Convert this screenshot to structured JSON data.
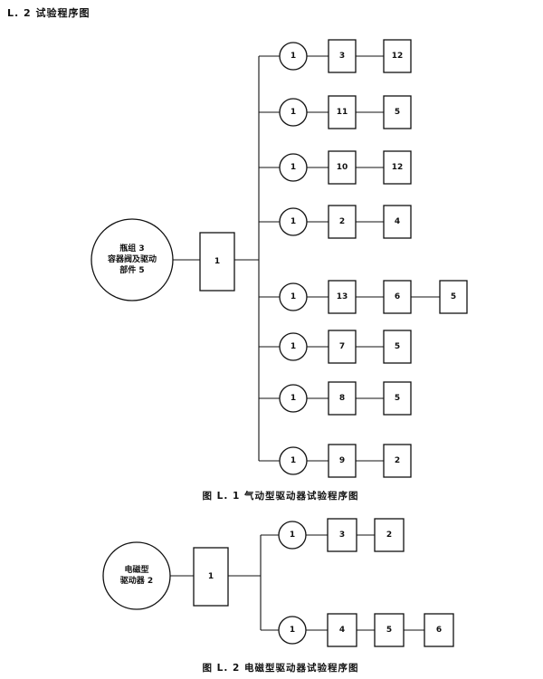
{
  "heading": "L. 2   试验程序图",
  "figure1": {
    "caption": "图 L. 1   气动型驱动器试验程序图",
    "source_lines": [
      "瓶组 3",
      "容器阀及驱动",
      "部件 5"
    ],
    "hub": "1",
    "branches": [
      {
        "circle": "1",
        "boxes": [
          "3",
          "12"
        ]
      },
      {
        "circle": "1",
        "boxes": [
          "11",
          "5"
        ]
      },
      {
        "circle": "1",
        "boxes": [
          "10",
          "12"
        ]
      },
      {
        "circle": "1",
        "boxes": [
          "2",
          "4"
        ]
      },
      {
        "circle": "1",
        "boxes": [
          "13",
          "6",
          "5"
        ]
      },
      {
        "circle": "1",
        "boxes": [
          "7",
          "5"
        ]
      },
      {
        "circle": "1",
        "boxes": [
          "8",
          "5"
        ]
      },
      {
        "circle": "1",
        "boxes": [
          "9",
          "2"
        ]
      }
    ]
  },
  "figure2": {
    "caption": "图 L. 2   电磁型驱动器试验程序图",
    "source_lines": [
      "电磁型",
      "驱动器 2"
    ],
    "hub": "1",
    "branches": [
      {
        "circle": "1",
        "boxes": [
          "3",
          "2"
        ]
      },
      {
        "circle": "1",
        "boxes": [
          "4",
          "5",
          "6"
        ]
      }
    ]
  }
}
